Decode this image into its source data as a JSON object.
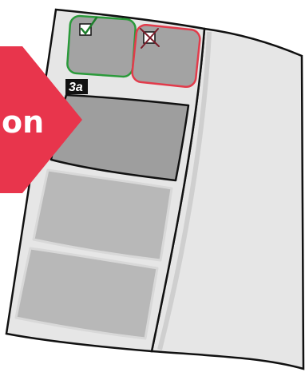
{
  "arrow": {
    "text": "on",
    "color": "#e8354c"
  },
  "booklet": {
    "page_fill": "#e6e6e6",
    "outline": "#111111",
    "section_label": "3a",
    "good_option": {
      "state": "checked",
      "border_color": "#2a9a3a",
      "icon": "checkmark-icon"
    },
    "bad_option": {
      "state": "crossed",
      "border_color": "#e23b4b",
      "icon": "x-cross-icon"
    },
    "panel_colors": {
      "top_boxes": "#a3a3a3",
      "highlighted_panel": "#9e9e9e",
      "lower_panels": "#b8b8b8"
    }
  }
}
